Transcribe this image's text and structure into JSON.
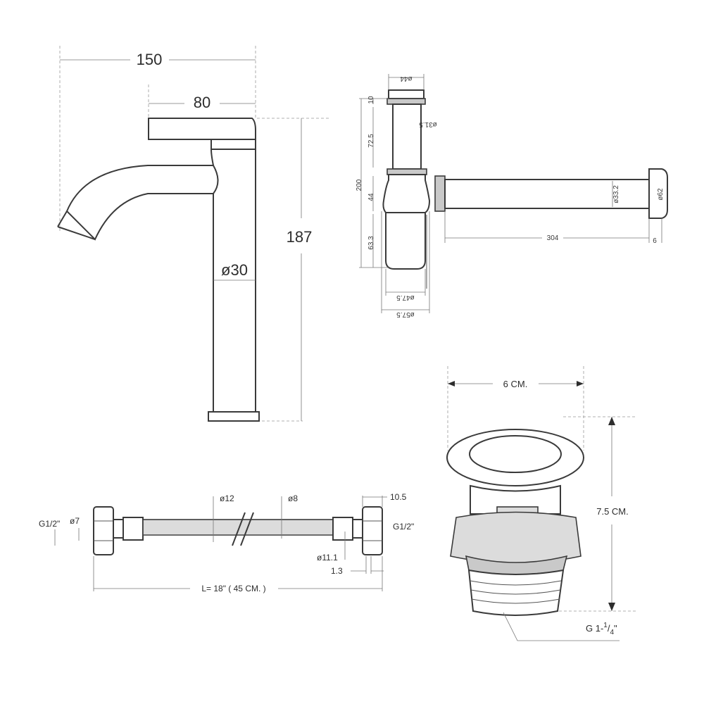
{
  "faucet": {
    "dim_width_total": "150",
    "dim_spout_width": "80",
    "dim_height": "187",
    "dim_diameter": "ø30"
  },
  "bottle_trap": {
    "dim_top_dia": "ø44",
    "dim_top_h": "10",
    "dim_upper_h": "72.5",
    "dim_upper_dia": "ø31.5",
    "dim_total_h": "200",
    "dim_mid_h": "44",
    "dim_lower_h": "63.3",
    "dim_pipe_dia": "ø33.2",
    "dim_flange_dia": "ø62",
    "dim_pipe_len": "304",
    "dim_flange_t": "6",
    "dim_body_dia": "ø47.5",
    "dim_outer_dia": "ø57.5"
  },
  "hose": {
    "dim_outer_dia": "ø12",
    "dim_inner_dia": "ø8",
    "dim_nut_w": "10.5",
    "dim_left_thread": "G1/2\"",
    "dim_small_dia": "ø7",
    "dim_right_thread": "G1/2\"",
    "dim_tail_dia": "ø11.1",
    "dim_wall": "1.3",
    "dim_length": "L= 18\" ( 45 CM. )"
  },
  "drain": {
    "dim_width": "6 CM.",
    "dim_height": "7.5 CM.",
    "dim_thread_prefix": "G 1-",
    "dim_thread_whole": "1",
    "dim_thread_num": "1",
    "dim_thread_den": "4",
    "dim_thread_inch": "\""
  }
}
